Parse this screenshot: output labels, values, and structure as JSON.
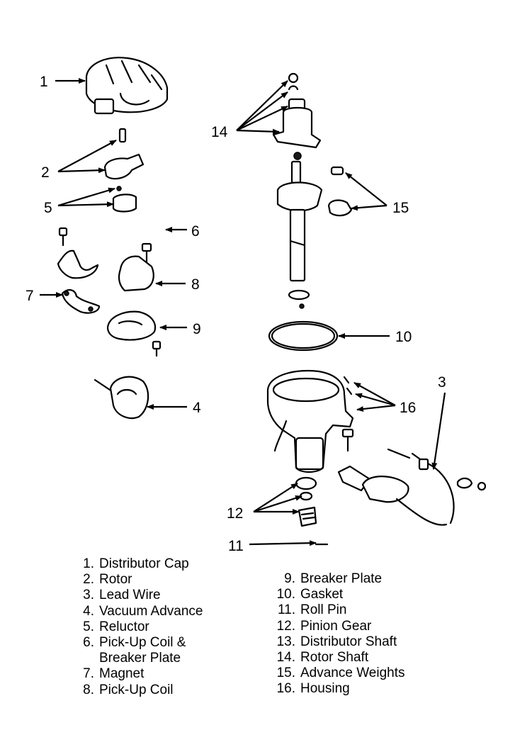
{
  "callouts": [
    "1",
    "2",
    "5",
    "6",
    "8",
    "7",
    "9",
    "4",
    "14",
    "15",
    "10",
    "3",
    "16",
    "12",
    "11"
  ],
  "legend_left": [
    {
      "num": "1.",
      "text": "Distributor Cap"
    },
    {
      "num": "2.",
      "text": "Rotor"
    },
    {
      "num": "3.",
      "text": "Lead Wire"
    },
    {
      "num": "4.",
      "text": "Vacuum Advance"
    },
    {
      "num": "5.",
      "text": "Reluctor"
    },
    {
      "num": "6.",
      "text": "Pick-Up Coil &"
    },
    {
      "num": "",
      "text": "Breaker Plate"
    },
    {
      "num": "7.",
      "text": "Magnet"
    },
    {
      "num": "8.",
      "text": "Pick-Up Coil"
    }
  ],
  "legend_right": [
    {
      "num": "9.",
      "text": "Breaker Plate"
    },
    {
      "num": "10.",
      "text": "Gasket"
    },
    {
      "num": "11.",
      "text": "Roll Pin"
    },
    {
      "num": "12.",
      "text": "Pinion Gear"
    },
    {
      "num": "13.",
      "text": "Distributor Shaft"
    },
    {
      "num": "14.",
      "text": "Rotor Shaft"
    },
    {
      "num": "15.",
      "text": "Advance Weights"
    },
    {
      "num": "16.",
      "text": "Housing"
    }
  ]
}
